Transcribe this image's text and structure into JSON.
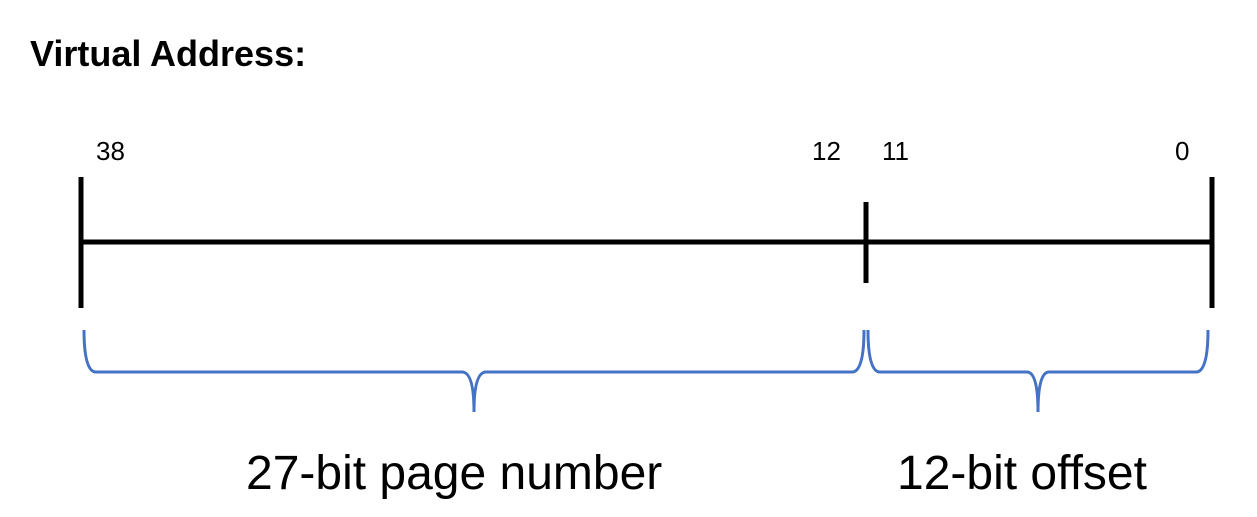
{
  "title": "Virtual Address:",
  "bit_labels": {
    "high_start": "38",
    "high_end": "12",
    "low_start": "11",
    "low_end": "0"
  },
  "fields": [
    {
      "label": "27-bit page number"
    },
    {
      "label": "12-bit offset"
    }
  ],
  "colors": {
    "line": "#000000",
    "brace": "#4472c4",
    "text": "#000000"
  }
}
